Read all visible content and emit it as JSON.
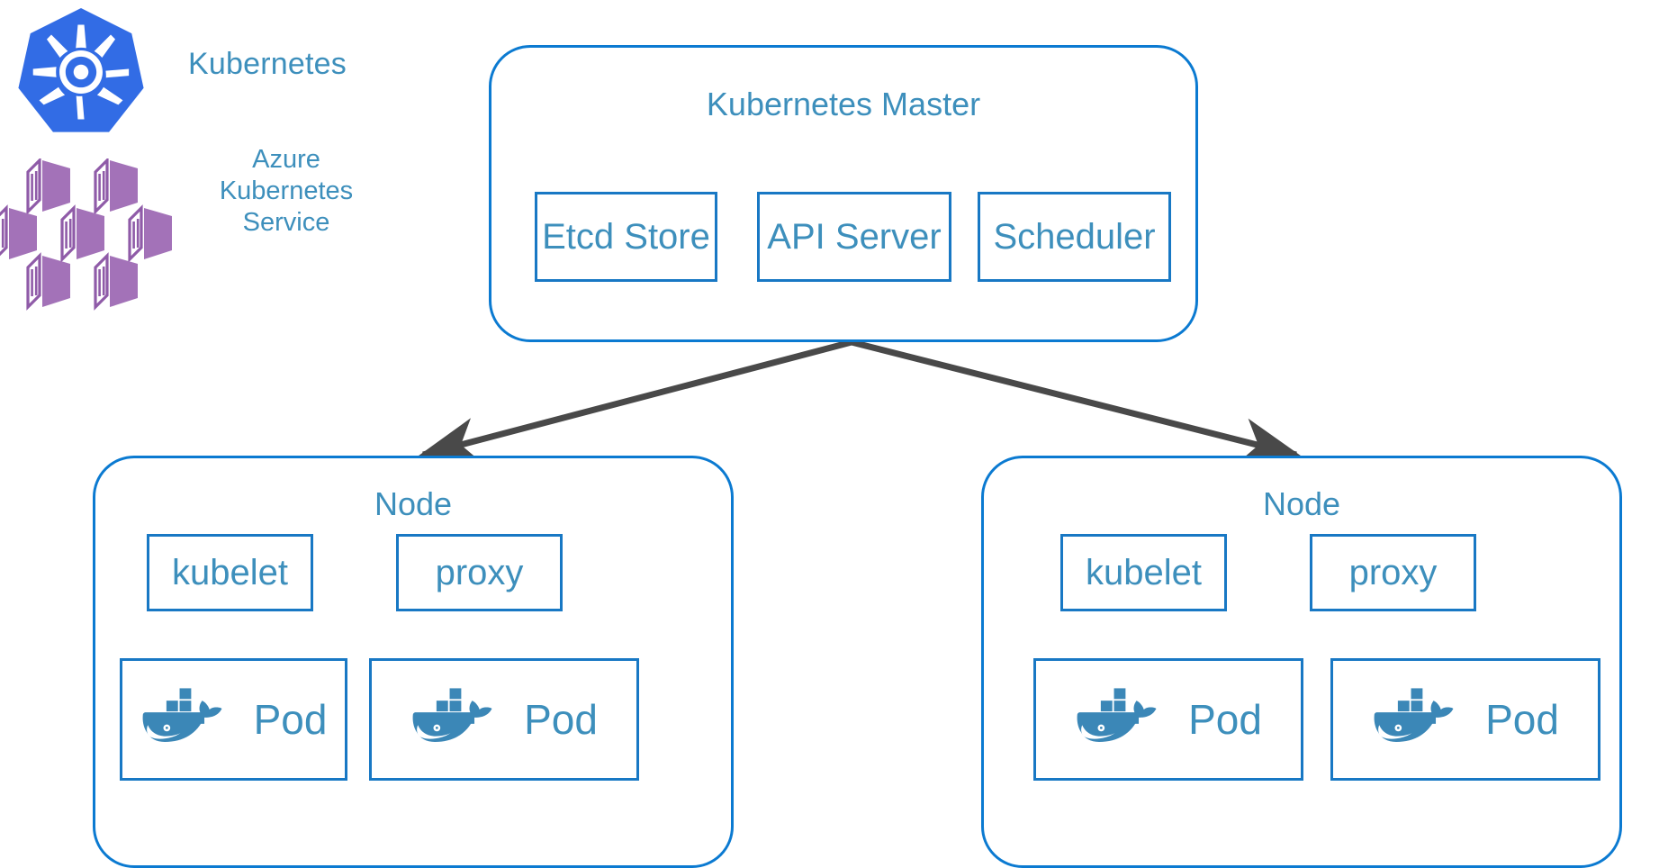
{
  "legend": {
    "kubernetes": {
      "icon": "kubernetes-helm-logo",
      "label": "Kubernetes",
      "color": "#326ce5"
    },
    "aks": {
      "icon": "azure-kubernetes-service-logo",
      "label_line1": "Azure",
      "label_line2": "Kubernetes",
      "label_line3": "Service",
      "color": "#9a6bb0"
    }
  },
  "colors": {
    "text_blue": "#3d8fbc",
    "border_blue": "#0b7ad1",
    "arrow_gray": "#494949",
    "k8s_blue": "#326ce5",
    "aks_purple": "#9a6bb0",
    "docker_blue": "#3b87b7"
  },
  "master": {
    "title": "Kubernetes Master",
    "components": [
      {
        "label": "Etcd Store"
      },
      {
        "label": "API Server"
      },
      {
        "label": "Scheduler"
      }
    ]
  },
  "nodes": [
    {
      "title": "Node",
      "daemons": [
        {
          "label": "kubelet"
        },
        {
          "label": "proxy"
        }
      ],
      "pods": [
        {
          "icon": "docker-whale-icon",
          "label": "Pod"
        },
        {
          "icon": "docker-whale-icon",
          "label": "Pod"
        }
      ]
    },
    {
      "title": "Node",
      "daemons": [
        {
          "label": "kubelet"
        },
        {
          "label": "proxy"
        }
      ],
      "pods": [
        {
          "icon": "docker-whale-icon",
          "label": "Pod"
        },
        {
          "icon": "docker-whale-icon",
          "label": "Pod"
        }
      ]
    }
  ],
  "connections": [
    {
      "name": "master-to-node-left",
      "from": "Kubernetes Master",
      "to": "Node",
      "style": "arrow"
    },
    {
      "name": "master-to-node-right",
      "from": "Kubernetes Master",
      "to": "Node",
      "style": "arrow"
    }
  ]
}
